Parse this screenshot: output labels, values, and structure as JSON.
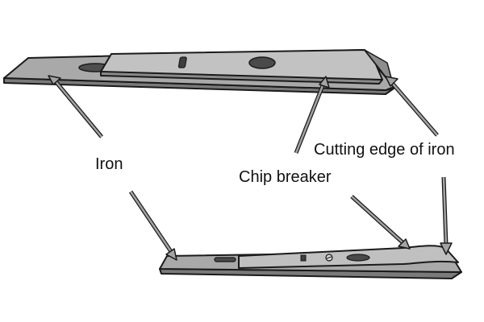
{
  "labels": {
    "iron": "Iron",
    "chip_breaker": "Chip breaker",
    "cutting_edge": "Cutting edge of iron"
  },
  "colors": {
    "background": "#ffffff",
    "outline": "#1a1a1a",
    "metal_top": "#b9b9b9",
    "metal_mid": "#a6a6a6",
    "metal_side": "#7a7a7a",
    "metal_dark": "#5c5c5c",
    "slot": "#4a4a4a",
    "arrow_fill": "#a3a3a3"
  }
}
